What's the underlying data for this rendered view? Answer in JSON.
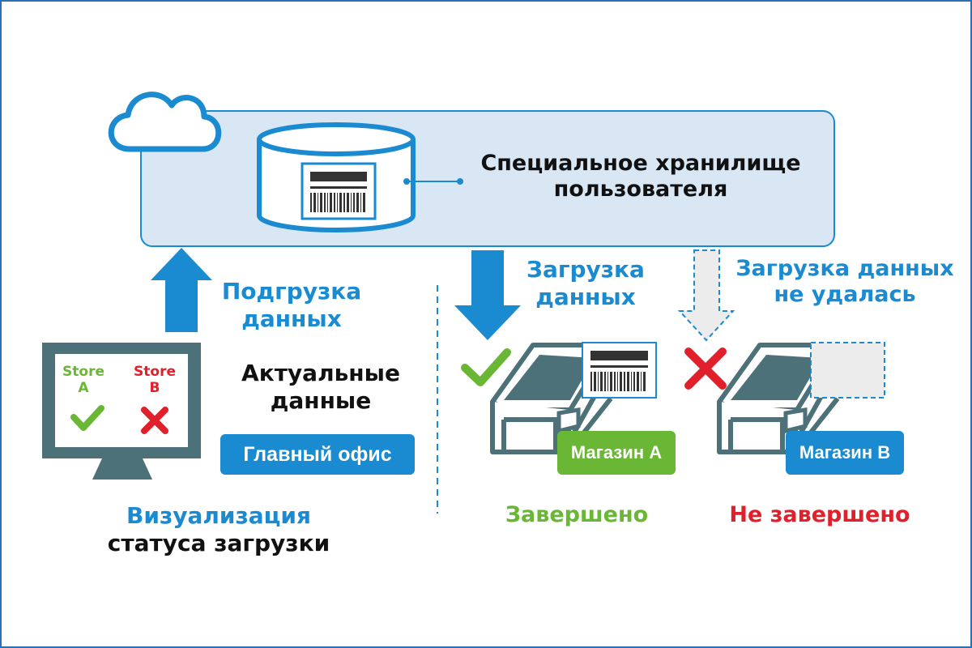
{
  "storage": {
    "label_line1": "Специальное хранилище",
    "label_line2": "пользователя"
  },
  "upload": {
    "line1": "Подгрузка",
    "line2": "данных"
  },
  "download_ok": {
    "line1": "Загрузка",
    "line2": "данных"
  },
  "download_fail": {
    "line1": "Загрузка данных",
    "line2": "не удалась"
  },
  "monitor": {
    "store_a_label": "Store",
    "store_a_letter": "A",
    "store_b_label": "Store",
    "store_b_letter": "B"
  },
  "actual_data": {
    "line1": "Актуальные",
    "line2": "данные"
  },
  "head_office_badge": "Главный офис",
  "store_a_badge": "Магазин A",
  "store_b_badge": "Магазин B",
  "visualization": {
    "line1": "Визуализация",
    "line2": "статуса загрузки"
  },
  "status": {
    "complete": "Завершено",
    "incomplete": "Не завершено"
  },
  "colors": {
    "primary_blue": "#1a8ad1",
    "panel_fill": "#d9e7f5",
    "success_green": "#6ab635",
    "error_red": "#e0202a",
    "device_gray": "#4d7179",
    "frame_blue": "#2b6fb5"
  }
}
